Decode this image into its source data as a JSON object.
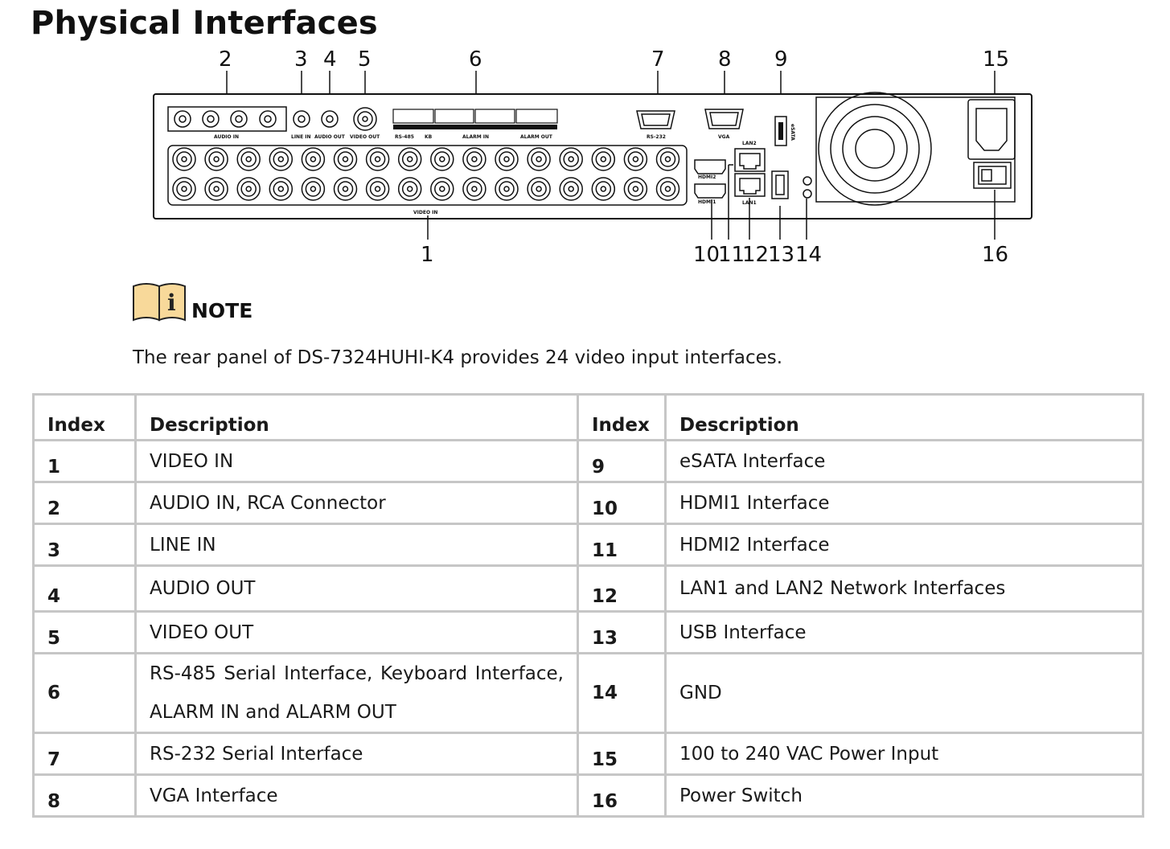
{
  "title": "Physical Interfaces",
  "panel": {
    "callouts_top": [
      "2",
      "3",
      "4",
      "5",
      "6",
      "7",
      "8",
      "9",
      "15"
    ],
    "callouts_bottom": [
      "1",
      "10",
      "11",
      "12",
      "13",
      "14",
      "16"
    ],
    "labels": {
      "audio_in": "AUDIO IN",
      "line_in": "LINE IN",
      "audio_out": "AUDIO OUT",
      "video_out": "VIDEO OUT",
      "rs485": "RS-485",
      "kb": "KB",
      "alarm_in": "ALARM IN",
      "alarm_out": "ALARM OUT",
      "rs232": "RS-232",
      "vga": "VGA",
      "esata": "eSATA",
      "lan2": "LAN2",
      "lan1": "LAN1",
      "hdmi2": "HDMI2",
      "hdmi1": "HDMI1",
      "video_in": "VIDEO IN"
    }
  },
  "note": {
    "label": "NOTE",
    "text": "The rear panel of DS-7324HUHI-K4 provides 24 video input interfaces."
  },
  "table": {
    "headers": [
      "Index",
      "Description",
      "Index",
      "Description"
    ],
    "rows": [
      {
        "i1": "1",
        "d1": "VIDEO IN",
        "i2": "9",
        "d2": "eSATA Interface"
      },
      {
        "i1": "2",
        "d1": "AUDIO IN, RCA Connector",
        "i2": "10",
        "d2": "HDMI1 Interface"
      },
      {
        "i1": "3",
        "d1": "LINE IN",
        "i2": "11",
        "d2": "HDMI2 Interface"
      },
      {
        "i1": "4",
        "d1": "AUDIO OUT",
        "i2": "12",
        "d2": "LAN1 and LAN2 Network Interfaces"
      },
      {
        "i1": "5",
        "d1": "VIDEO OUT",
        "i2": "13",
        "d2": "USB Interface"
      },
      {
        "i1": "6",
        "d1": "RS-485 Serial Interface, Keyboard Interface, ALARM IN and ALARM OUT",
        "i2": "14",
        "d2": "GND"
      },
      {
        "i1": "7",
        "d1": "RS-232 Serial Interface",
        "i2": "15",
        "d2": "100 to 240 VAC Power Input"
      },
      {
        "i1": "8",
        "d1": "VGA Interface",
        "i2": "16",
        "d2": "Power Switch"
      }
    ]
  }
}
